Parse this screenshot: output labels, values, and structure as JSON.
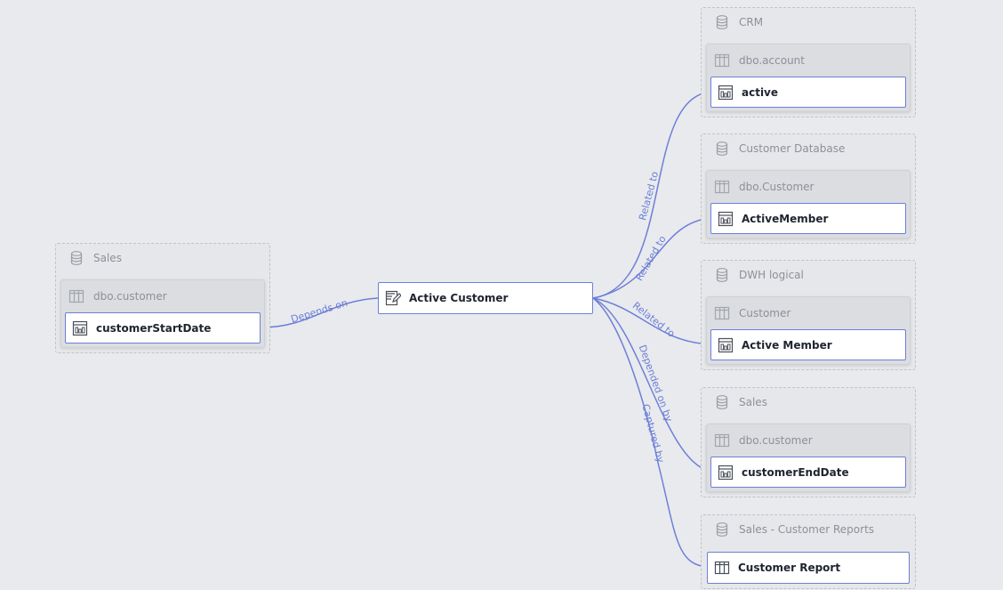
{
  "center": {
    "label": "Active Customer",
    "icon": "edit-document-icon"
  },
  "left": {
    "group": "Sales",
    "table": "dbo.customer",
    "column": "customerStartDate",
    "edge_label": "Depends on"
  },
  "right": [
    {
      "group": "CRM",
      "table": "dbo.account",
      "column": "active",
      "edge_label": "Related to"
    },
    {
      "group": "Customer Database",
      "table": "dbo.Customer",
      "column": "ActiveMember",
      "edge_label": "Related to"
    },
    {
      "group": "DWH logical",
      "table": "Customer",
      "column": "Active Member",
      "edge_label": "Related to"
    },
    {
      "group": "Sales",
      "table": "dbo.customer",
      "column": "customerEndDate",
      "edge_label": "Depended on by"
    },
    {
      "group": "Sales - Customer Reports",
      "report": "Customer Report",
      "edge_label": "Captured by"
    }
  ],
  "colors": {
    "edge": "#6c7fd8",
    "node_border": "#6c7fd8",
    "background": "#e9eaed"
  }
}
